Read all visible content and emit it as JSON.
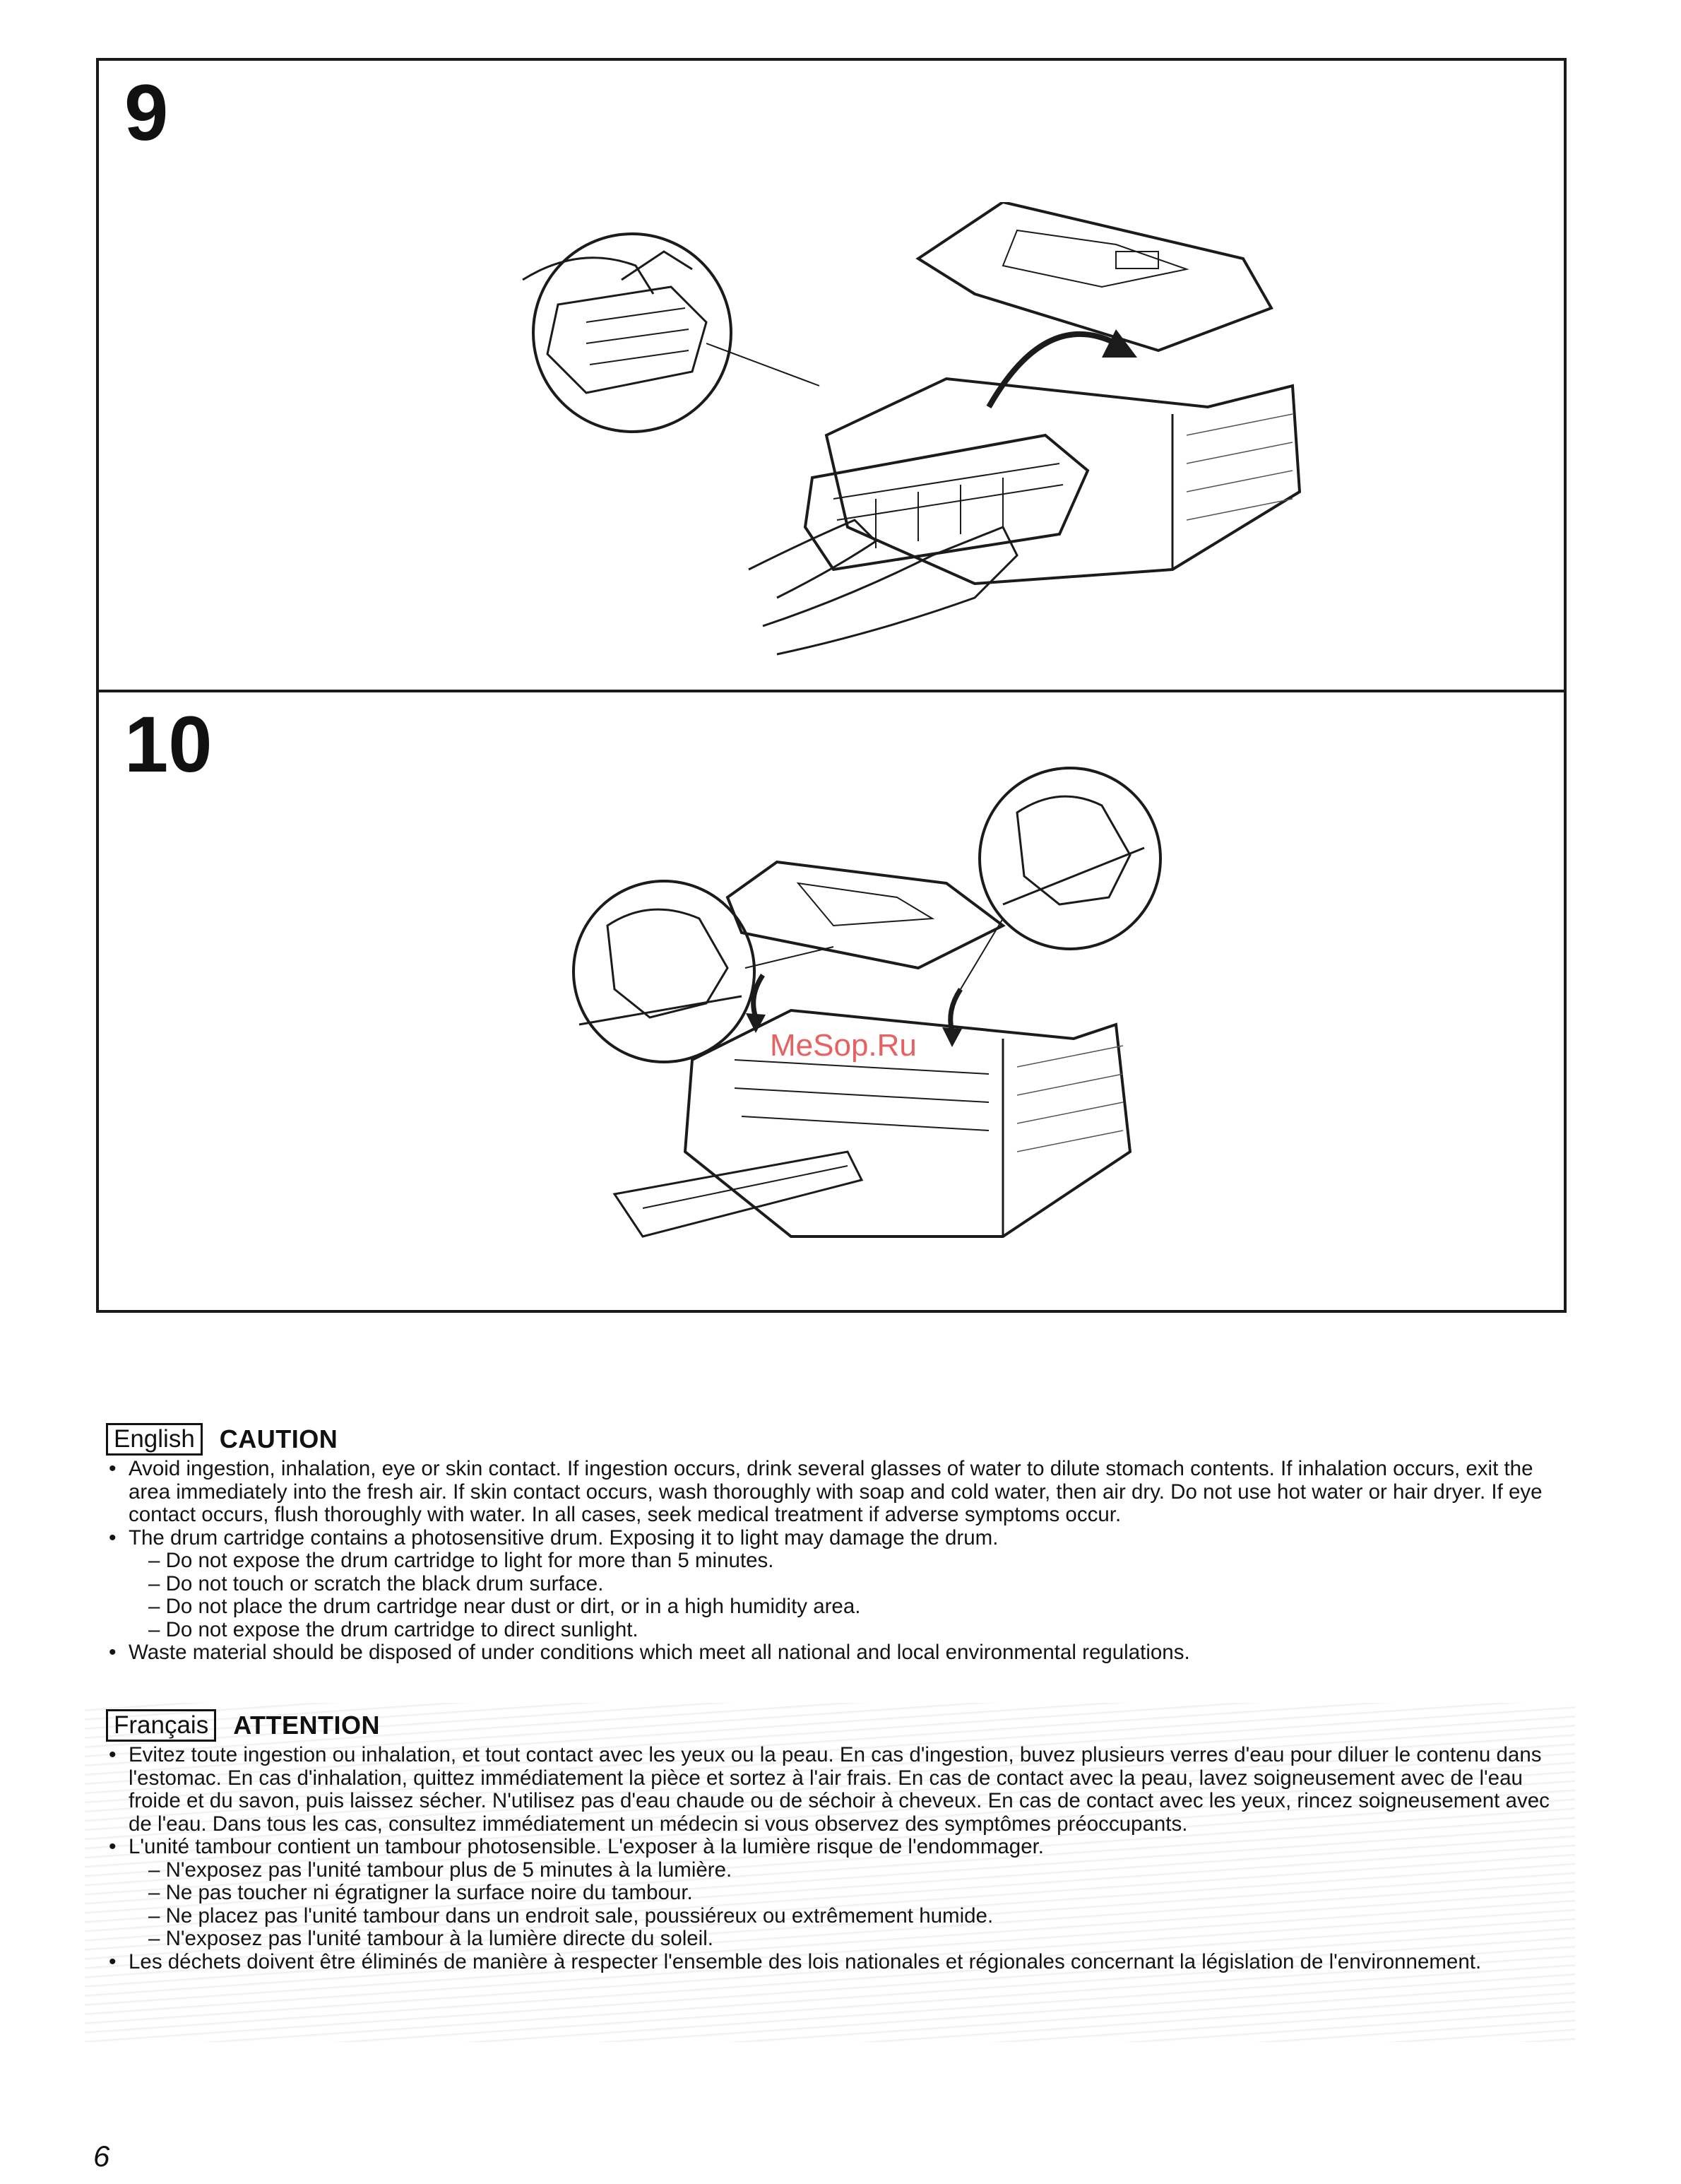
{
  "steps": [
    {
      "number": "9"
    },
    {
      "number": "10"
    }
  ],
  "watermark": "MeSop.Ru",
  "english": {
    "lang_label": "English",
    "title": "CAUTION",
    "bullets": [
      "Avoid ingestion, inhalation, eye or skin contact. If ingestion occurs, drink several glasses of water to dilute stomach contents. If inhalation occurs, exit the area immediately into the fresh air. If skin contact occurs, wash thoroughly with soap and cold water, then air dry. Do not use hot water or hair dryer. If eye contact occurs, flush thoroughly with water. In all cases, seek medical treatment if adverse symptoms occur.",
      "The drum cartridge contains a photosensitive drum. Exposing it to light may damage the drum.",
      "Waste material should be disposed of under conditions which meet all national and local environmental regulations."
    ],
    "sub_items": [
      "– Do not expose the drum cartridge to light for more than 5 minutes.",
      "– Do not touch or scratch the black drum surface.",
      "– Do not place the drum cartridge near dust or dirt, or in a high humidity area.",
      "– Do not expose the drum cartridge to direct sunlight."
    ]
  },
  "french": {
    "lang_label": "Français",
    "title": "ATTENTION",
    "bullets": [
      "Evitez toute ingestion ou inhalation, et tout contact avec les yeux ou la peau. En cas d'ingestion, buvez plusieurs verres d'eau pour diluer le contenu dans l'estomac. En cas d'inhalation, quittez immédiatement la pièce et sortez à l'air frais. En cas de contact avec la peau, lavez soigneusement avec de l'eau froide et du savon, puis laissez sécher. N'utilisez pas d'eau chaude ou de séchoir à cheveux. En cas de contact avec les yeux, rincez soigneusement avec de l'eau. Dans tous les cas, consultez immédiatement un médecin si vous observez des symptômes préoccupants.",
      "L'unité tambour contient un tambour photosensible. L'exposer à la lumière risque de l'endommager.",
      "Les déchets doivent être éliminés de manière à respecter l'ensemble des lois nationales et régionales concernant la législation de l'environnement."
    ],
    "sub_items": [
      "– N'exposez pas l'unité tambour plus de 5 minutes à la lumière.",
      "– Ne pas toucher ni égratigner la surface noire du tambour.",
      "– Ne placez pas l'unité tambour dans un endroit sale, poussiéreux ou extrêmement humide.",
      "– N'exposez pas l'unité tambour à la lumière directe du soleil."
    ]
  },
  "page_number": "6"
}
